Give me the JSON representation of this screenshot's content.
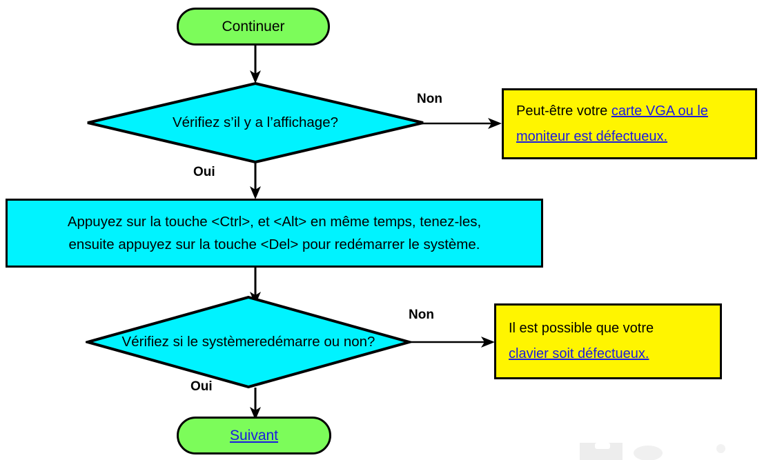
{
  "diagram": {
    "type": "flowchart",
    "title": "Dépannage - vérification affichage et clavier",
    "colors": {
      "terminator_fill": "#7CFC5A",
      "decision_fill": "#00F3FF",
      "process_fill": "#00F3FF",
      "note_fill": "#FFF500",
      "stroke": "#000000",
      "link_text": "#1A1AE0",
      "text": "#000000"
    }
  },
  "nodes": {
    "start": {
      "shape": "terminator",
      "label": "Continuer"
    },
    "decision1": {
      "shape": "decision",
      "label": "Vérifiez s’il y a l’affichage?"
    },
    "note1": {
      "shape": "note",
      "prefix": "Peut-être votre ",
      "link": "carte VGA ou le moniteur est défectueux."
    },
    "process1": {
      "shape": "process",
      "line1": "Appuyez sur la touche <Ctrl>, et <Alt> en même temps, tenez-les,",
      "line2": "ensuite appuyez sur la touche <Del> pour redémarrer le système."
    },
    "decision2": {
      "shape": "decision",
      "line1": "Vérifiez si le système",
      "line2": "redémarre ou non?"
    },
    "note2": {
      "shape": "note",
      "prefix": "Il est possible que votre ",
      "link": "clavier soit défectueux."
    },
    "end": {
      "shape": "terminator",
      "label": "Suivant"
    }
  },
  "edges": {
    "d1_no": "Non",
    "d1_yes": "Oui",
    "d2_no": "Non",
    "d2_yes": "Oui"
  }
}
